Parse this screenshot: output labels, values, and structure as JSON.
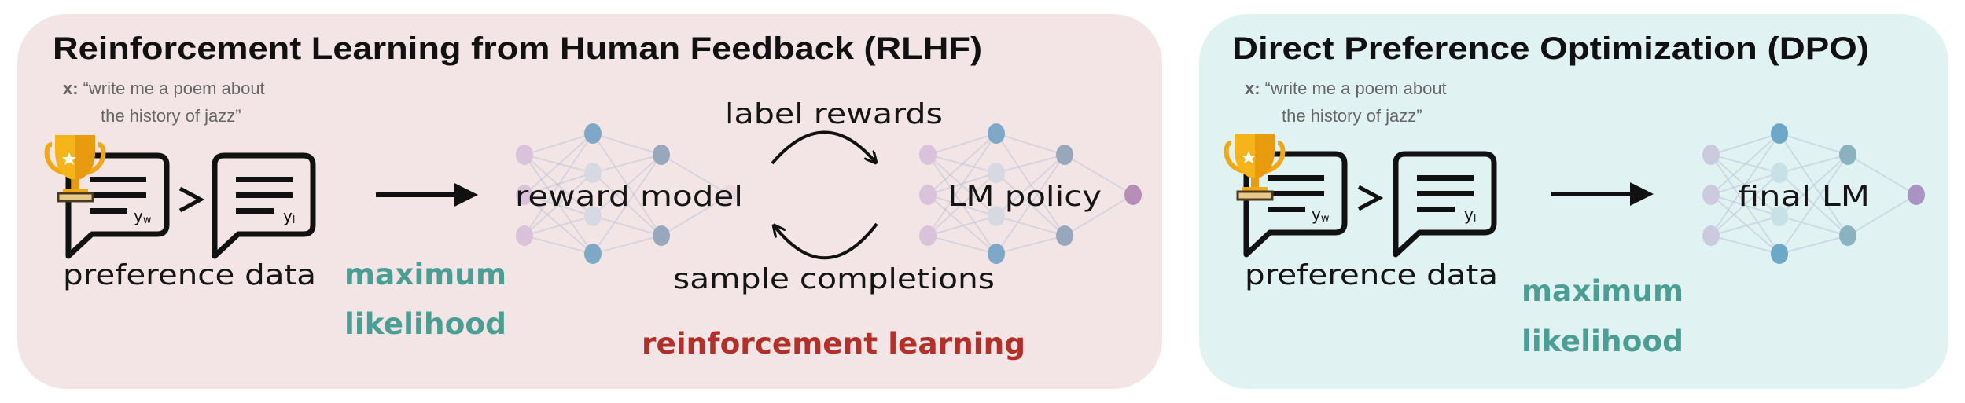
{
  "rlhf": {
    "title": "Reinforcement Learning from Human Feedback (RLHF)",
    "prompt_label": "x:",
    "prompt_line1": "“write me a poem about",
    "prompt_line2": "the history of jazz”",
    "winner_label": "y",
    "winner_sub": "w",
    "loser_label": "y",
    "loser_sub": "l",
    "preference_label": "preference data",
    "ml_line1": "maximum",
    "ml_line2": "likelihood",
    "reward_model": "reward model",
    "label_rewards": "label rewards",
    "sample_completions": "sample completions",
    "lm_policy": "LM policy",
    "rl_label": "reinforcement learning"
  },
  "dpo": {
    "title": "Direct Preference Optimization (DPO)",
    "prompt_label": "x:",
    "prompt_line1": "“write me a poem about",
    "prompt_line2": "the history of jazz”",
    "winner_label": "y",
    "winner_sub": "w",
    "loser_label": "y",
    "loser_sub": "l",
    "preference_label": "preference data",
    "ml_line1": "maximum",
    "ml_line2": "likelihood",
    "final_lm": "final LM"
  },
  "colors": {
    "rlhf_bg": "#f3e5e6",
    "dpo_bg": "#e1f2f2",
    "ml_teal": "#4b9e93",
    "rl_red": "#b3302a"
  }
}
